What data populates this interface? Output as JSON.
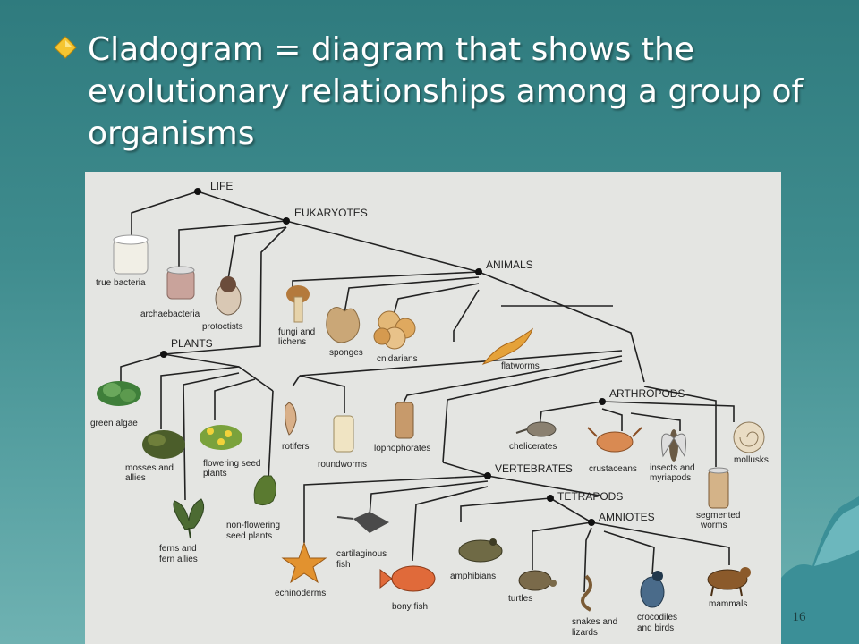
{
  "slide": {
    "bullet_text": "Cladogram = diagram that shows the evolutionary relationships among a group of organisms",
    "page_number": "16"
  },
  "clades": {
    "life": "LIFE",
    "eukaryotes": "EUKARYOTES",
    "animals": "ANIMALS",
    "plants": "PLANTS",
    "arthropods": "ARTHROPODS",
    "vertebrates": "VERTEBRATES",
    "tetrapods": "TETRAPODS",
    "amniotes": "AMNIOTES"
  },
  "organisms": {
    "true_bacteria": "true bacteria",
    "archaebacteria": "archaebacteria",
    "protoctists": "protoctists",
    "fungi_1": "fungi and",
    "fungi_2": "lichens",
    "sponges": "sponges",
    "cnidarians": "cnidarians",
    "flatworms": "flatworms",
    "green_algae": "green algae",
    "mosses_1": "mosses and",
    "mosses_2": "allies",
    "flowering_1": "flowering seed",
    "flowering_2": "plants",
    "ferns_1": "ferns and",
    "ferns_2": "fern allies",
    "nonflowering_1": "non-flowering",
    "nonflowering_2": "seed plants",
    "rotifers": "rotifers",
    "roundworms": "roundworms",
    "lophophorates": "lophophorates",
    "chelicerates": "chelicerates",
    "crustaceans": "crustaceans",
    "insects_1": "insects and",
    "insects_2": "myriapods",
    "mollusks": "mollusks",
    "segmented_1": "segmented",
    "segmented_2": "worms",
    "echinoderms": "echinoderms",
    "cartilaginous_1": "cartilaginous",
    "cartilaginous_2": "fish",
    "bony_fish": "bony fish",
    "amphibians": "amphibians",
    "turtles": "turtles",
    "snakes_1": "snakes and",
    "snakes_2": "lizards",
    "crocodiles_1": "crocodiles",
    "crocodiles_2": "and birds",
    "mammals": "mammals"
  },
  "colors": {
    "background_top": "#2f7b7e",
    "background_bottom": "#6fb2b2",
    "bullet": "#f5c531",
    "panel": "#e4e5e2"
  }
}
